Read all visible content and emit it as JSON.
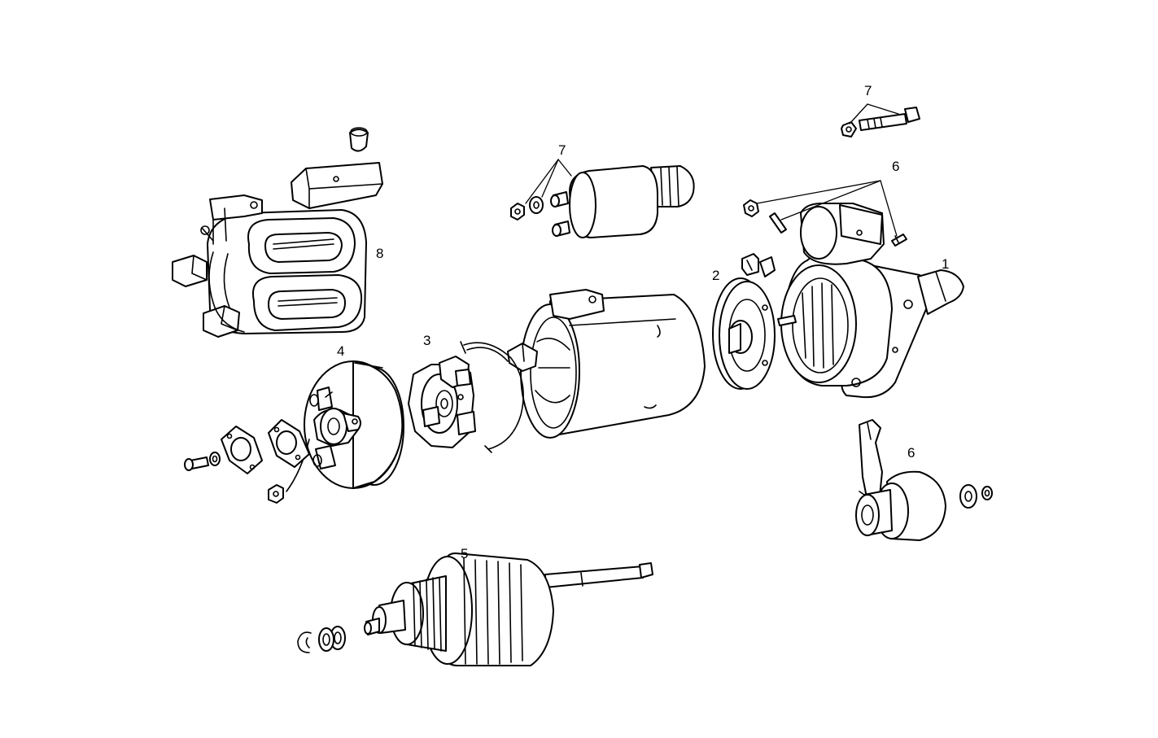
{
  "callouts": {
    "c1": "1",
    "c2": "2",
    "c3": "3",
    "c4": "4",
    "c5": "5",
    "c6_top": "6",
    "c6_bottom": "6",
    "c7_top": "7",
    "c7_solenoid": "7",
    "c8": "8"
  }
}
